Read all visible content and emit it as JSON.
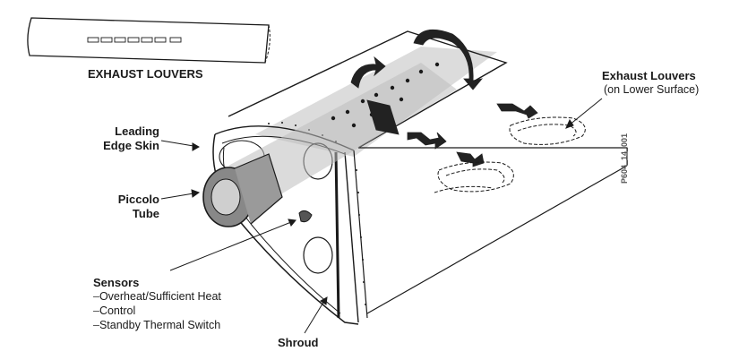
{
  "labels": {
    "exhaust_louvers_top": "EXHAUST LOUVERS",
    "exhaust_louvers_title": "Exhaust Louvers",
    "exhaust_louvers_sub": "(on Lower Surface)",
    "leading_edge_1": "Leading",
    "leading_edge_2": "Edge Skin",
    "piccolo_1": "Piccolo",
    "piccolo_2": "Tube",
    "sensors_title": "Sensors",
    "sensors_items": [
      "Overheat/Sufficient Heat",
      "Control",
      "Standby Thermal Switch"
    ],
    "shroud": "Shroud",
    "figure_code": "P604_14_001"
  },
  "colors": {
    "line": "#1a1a1a",
    "shade": "#d9d9d9",
    "dark": "#222222"
  }
}
